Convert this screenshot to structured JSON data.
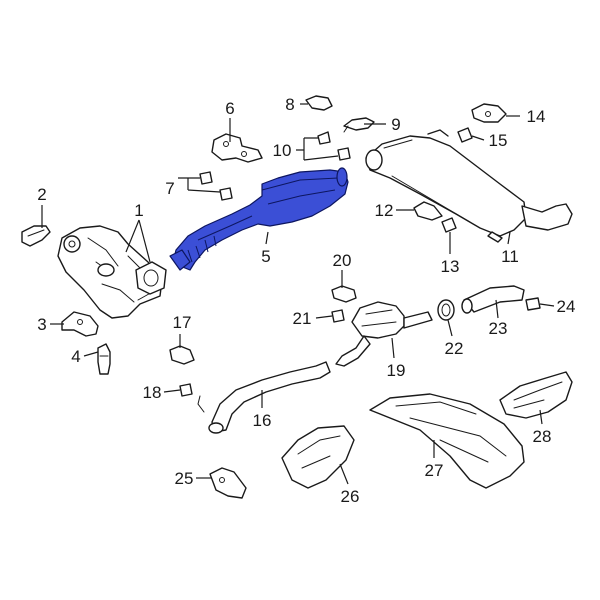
{
  "highlight_color": "#3b4fd6",
  "callouts": [
    {
      "id": "1",
      "text": "1"
    },
    {
      "id": "2",
      "text": "2"
    },
    {
      "id": "3",
      "text": "3"
    },
    {
      "id": "4",
      "text": "4"
    },
    {
      "id": "5",
      "text": "5"
    },
    {
      "id": "6",
      "text": "6"
    },
    {
      "id": "7",
      "text": "7"
    },
    {
      "id": "8",
      "text": "8"
    },
    {
      "id": "9",
      "text": "9"
    },
    {
      "id": "10",
      "text": "10"
    },
    {
      "id": "11",
      "text": "11"
    },
    {
      "id": "12",
      "text": "12"
    },
    {
      "id": "13",
      "text": "13"
    },
    {
      "id": "14",
      "text": "14"
    },
    {
      "id": "15",
      "text": "15"
    },
    {
      "id": "16",
      "text": "16"
    },
    {
      "id": "17",
      "text": "17"
    },
    {
      "id": "18",
      "text": "18"
    },
    {
      "id": "19",
      "text": "19"
    },
    {
      "id": "20",
      "text": "20"
    },
    {
      "id": "21",
      "text": "21"
    },
    {
      "id": "22",
      "text": "22"
    },
    {
      "id": "23",
      "text": "23"
    },
    {
      "id": "24",
      "text": "24"
    },
    {
      "id": "25",
      "text": "25"
    },
    {
      "id": "26",
      "text": "26"
    },
    {
      "id": "27",
      "text": "27"
    },
    {
      "id": "28",
      "text": "28"
    }
  ]
}
